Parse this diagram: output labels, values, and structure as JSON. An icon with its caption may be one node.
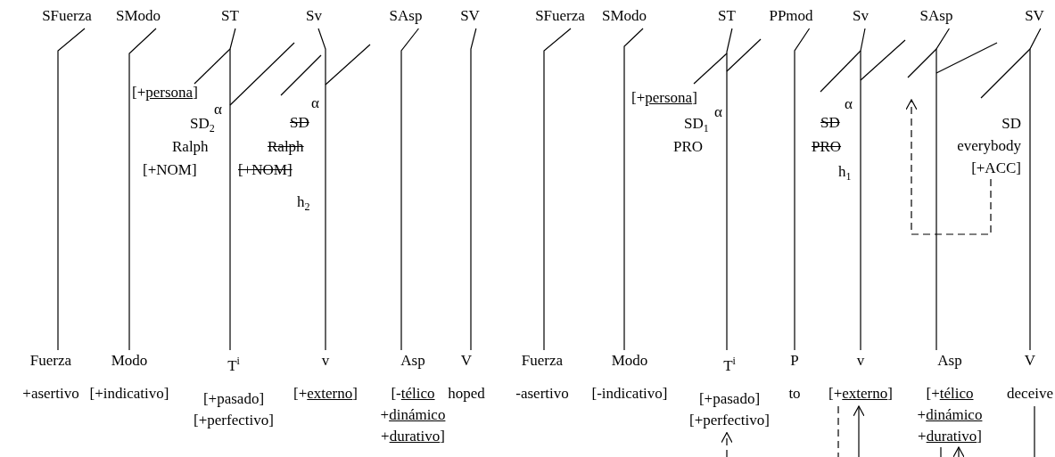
{
  "diagram": {
    "nodes": [
      {
        "text": [
          "SFuerza"
        ]
      },
      {
        "text": [
          "SModo"
        ]
      },
      {
        "text": [
          "ST"
        ]
      },
      {
        "text": [
          "Sv"
        ]
      },
      {
        "text": [
          "SAsp"
        ]
      },
      {
        "text": [
          "SV"
        ]
      },
      {
        "text": [
          "SFuerza"
        ]
      },
      {
        "text": [
          "SModo"
        ]
      },
      {
        "text": [
          "ST"
        ]
      },
      {
        "text": [
          "PPmod"
        ]
      },
      {
        "text": [
          "Sv"
        ]
      },
      {
        "text": [
          "SAsp"
        ]
      },
      {
        "text": [
          "SV"
        ]
      },
      {
        "text": [
          "Fuerza",
          "+asertivo"
        ]
      },
      {
        "text": [
          "Modo",
          "[+indicativo]"
        ]
      },
      {
        "text": [
          "T$^{i}$",
          "[+pasado] [+perfectivo]"
        ]
      },
      {
        "text": [
          "v",
          "[+externo]"
        ]
      },
      {
        "text": [
          "Asp",
          "[-télico +dinámico +durativo]"
        ]
      },
      {
        "text": [
          "V",
          "hoped"
        ]
      },
      {
        "text": [
          "Fuerza",
          "-asertivo"
        ]
      },
      {
        "text": [
          "Modo",
          "[-indicativo]"
        ]
      },
      {
        "text": [
          "T$^{i}$",
          "[+pasado] [+perfectivo]"
        ]
      },
      {
        "text": [
          "P",
          "to"
        ]
      },
      {
        "text": [
          "v",
          "[+externo]"
        ]
      },
      {
        "text": [
          "Asp",
          "[+télico +dinámico +durativo]"
        ]
      },
      {
        "text": [
          "V",
          "deceive"
        ]
      },
      {
        "text": [
          "SD",
          "everybody",
          "[+ACC]"
        ]
      }
    ],
    "edges": [
      {
        "from": 0,
        "to": 13,
        "arrow": "none"
      },
      {
        "from": 1,
        "to": 14,
        "arrow": "none"
      },
      {
        "from": 2,
        "to": 15,
        "arrow": "none"
      },
      {
        "from": 3,
        "to": 16,
        "arrow": "none"
      },
      {
        "from": 4,
        "to": 17,
        "arrow": "none"
      },
      {
        "from": 5,
        "to": 18,
        "arrow": "none"
      },
      {
        "from": 6,
        "to": 19,
        "arrow": "none"
      },
      {
        "from": 7,
        "to": 20,
        "arrow": "none"
      },
      {
        "from": 8,
        "to": 21,
        "arrow": "none"
      },
      {
        "from": 9,
        "to": 22,
        "arrow": "none"
      },
      {
        "from": 10,
        "to": 23,
        "arrow": "none"
      },
      {
        "from": 11,
        "to": 24,
        "arrow": "none"
      },
      {
        "from": 12,
        "to": 25,
        "arrow": "none"
      },
      {
        "from": 26,
        "to": null,
        "arrow": "to",
        "style": "dashed"
      },
      {
        "from": null,
        "to": 21,
        "arrow": "to",
        "style": "dashed"
      },
      {
        "from": 23,
        "to": null,
        "arrow": "none",
        "style": "dashed"
      },
      {
        "from": null,
        "to": 23,
        "arrow": "to"
      },
      {
        "from": 24,
        "to": null,
        "arrow": "none"
      },
      {
        "from": null,
        "to": 24,
        "arrow": "to"
      },
      {
        "from": 25,
        "to": null,
        "arrow": "none"
      }
    ],
    "labels": [
      "[+persona]",
      "α",
      "SD$_{2}$",
      "Ralph",
      "[+NOM]",
      "α",
      "SD",
      "Ralph",
      "[+NOM]",
      "h$_{2}$",
      "[+persona]",
      "α",
      "SD$_{1}$",
      "PRO",
      "α",
      "SD",
      "PRO",
      "h$_{1}$"
    ]
  }
}
